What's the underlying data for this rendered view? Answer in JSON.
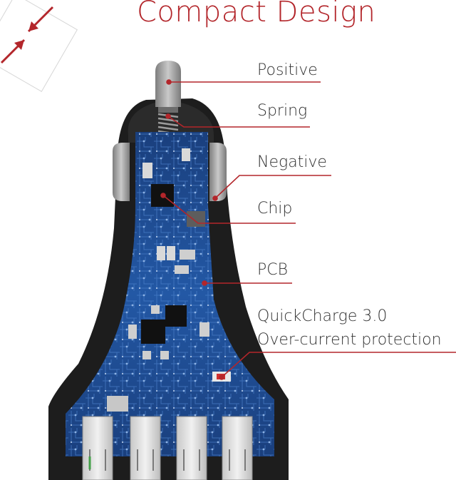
{
  "title": "Compact Design",
  "callouts": {
    "positive": "Positive",
    "spring": "Spring",
    "negative": "Negative",
    "chip": "Chip",
    "pcb": "PCB",
    "quickcharge": "QuickCharge 3.0",
    "overcurrent": "Over-current protection"
  },
  "colors": {
    "accent": "#b3262b",
    "pcb_blue": "#1f4f95",
    "body_black": "#1d1d1d",
    "metal_gray": "#9a9a9a"
  }
}
